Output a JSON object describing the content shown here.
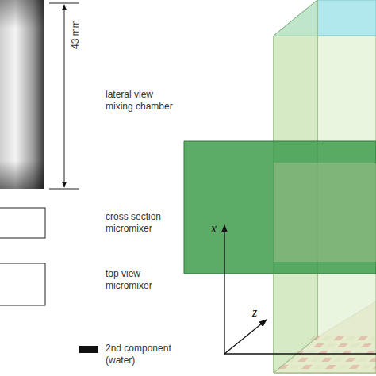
{
  "diagram": {
    "labels": [
      "43 mm",
      "lateral view mixing chamber",
      "cross section micromixer",
      "top view micromixer",
      "x",
      "z"
    ],
    "legend": [
      {
        "text": "2nd component (water)",
        "color": "#111111"
      }
    ]
  }
}
